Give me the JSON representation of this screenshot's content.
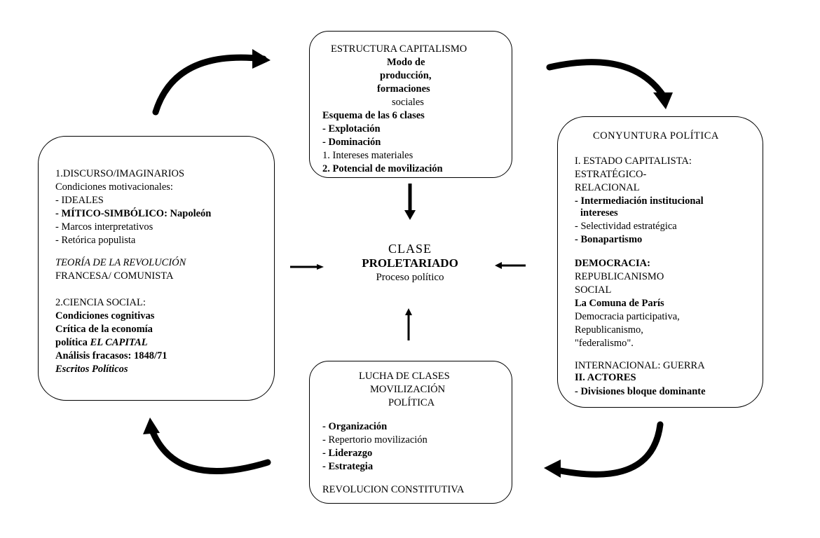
{
  "top_box": {
    "title": "ESTRUCTURA  CAPITALISMO",
    "lines": [
      "Modo de",
      "producción,",
      "formaciones",
      "sociales",
      "Esquema de las 6 clases",
      "- Explotación",
      "- Dominación",
      "1. Intereses  materiales",
      "2. Potencial de movilización"
    ]
  },
  "left_box": {
    "l1": "1.DISCURSO/IMAGINARIOS",
    "l2": "Condiciones motivacionales:",
    "l3": "- IDEALES",
    "l4": "- MÍTICO-SIMBÓLICO: Napoleón",
    "l5": "- Marcos  interpretativos",
    "l6": "- Retórica populista",
    "l7": "TEORÍA DE LA REVOLUCIÓN",
    "l8": "FRANCESA/ COMUNISTA",
    "l9": "2.CIENCIA SOCIAL:",
    "l10": "Condiciones  cognitivas",
    "l11": "Crítica de la economía",
    "l12a": "política ",
    "l12b": "EL  CAPITAL",
    "l13": "Análisis fracasos: 1848/71",
    "l14": "Escritos  Políticos"
  },
  "right_box": {
    "title": "CONYUNTURA POLÍTICA",
    "r1": "I. ESTADO CAPITALISTA:",
    "r2": "ESTRATÉGICO-",
    "r3": "RELACIONAL",
    "r4": "- Intermediación institucional",
    "r5": "intereses",
    "r6": "- Selectividad  estratégica",
    "r7": "- Bonapartismo",
    "r8": "DEMOCRACIA:",
    "r9": "REPUBLICANISMO",
    "r10": "SOCIAL",
    "r11": "La Comuna de París",
    "r12": "Democracia  participativa,",
    "r13": "Republicanismo,",
    "r14": "\"federalismo\".",
    "r15": "INTERNACIONAL:   GUERRA",
    "r16": "II. ACTORES",
    "r17": "- Divisiones bloque dominante"
  },
  "bottom_box": {
    "title1": "LUCHA DE CLASES",
    "title2": "MOVILIZACIÓN",
    "title3": "POLÍTICA",
    "items": [
      "- Organización",
      "- Repertorio  movilización",
      "- Liderazgo",
      "- Estrategia"
    ],
    "footer": "REVOLUCION  CONSTITUTIVA"
  },
  "center": {
    "line1": "CLASE",
    "line2": "PROLETARIADO",
    "line3": "Proceso político"
  }
}
